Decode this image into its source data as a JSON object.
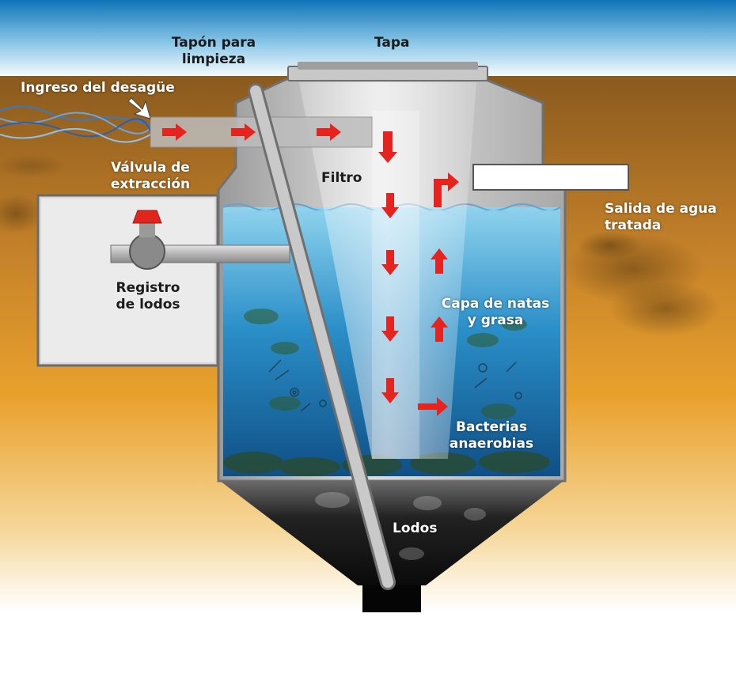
{
  "labels": {
    "tapon": [
      "Tapón para",
      "limpieza"
    ],
    "tapa": "Tapa",
    "ingreso": "Ingreso del desagüe",
    "valvula": [
      "Válvula de",
      "extracción"
    ],
    "filtro": "Filtro",
    "salida": [
      "Salida de agua",
      "tratada"
    ],
    "registro": [
      "Registro",
      "de lodos"
    ],
    "capa": [
      "Capa de natas",
      "y grasa"
    ],
    "bacterias": [
      "Bacterias",
      "anaerobias"
    ],
    "lodos": "Lodos"
  },
  "colors": {
    "sky_top": "#0e74b8",
    "soil_top": "#8a5a1e",
    "soil_mid": "#e9a12c",
    "water_top": "#8fd3ee",
    "water_bottom": "#0f4f86",
    "flow_arrow": "#e52420",
    "valve_cap": "#e0261c",
    "tank_gray": "#b9b9b9",
    "sludge_cone": "#1a1a1a"
  }
}
